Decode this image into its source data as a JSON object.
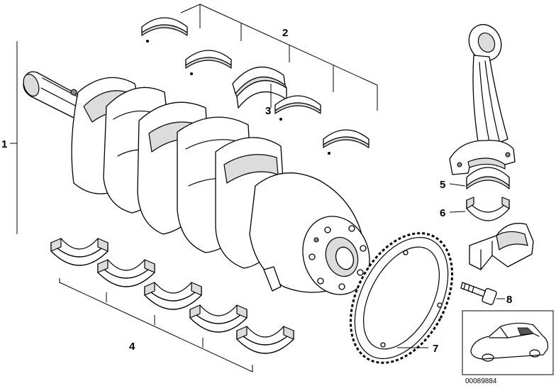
{
  "callouts": [
    {
      "id": "1",
      "label": "1"
    },
    {
      "id": "2",
      "label": "2"
    },
    {
      "id": "3",
      "label": "3"
    },
    {
      "id": "4",
      "label": "4"
    },
    {
      "id": "5",
      "label": "5"
    },
    {
      "id": "6",
      "label": "6"
    },
    {
      "id": "7",
      "label": "7"
    },
    {
      "id": "8",
      "label": "8"
    }
  ],
  "document_id": "00089884",
  "colors": {
    "ink": "#000000",
    "paper": "#ffffff",
    "shade": "#dcdcdc"
  }
}
